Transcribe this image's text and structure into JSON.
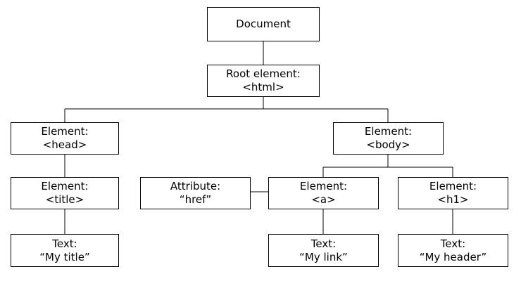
{
  "nodes": {
    "document": {
      "line1": "Document"
    },
    "root": {
      "line1": "Root element:",
      "line2": "<html>"
    },
    "head": {
      "line1": "Element:",
      "line2": "<head>"
    },
    "body": {
      "line1": "Element:",
      "line2": "<body>"
    },
    "title": {
      "line1": "Element:",
      "line2": "<title>"
    },
    "attr": {
      "line1": "Attribute:",
      "line2": "“href”"
    },
    "a": {
      "line1": "Element:",
      "line2": "<a>"
    },
    "h1": {
      "line1": "Element:",
      "line2": "<h1>"
    },
    "text1": {
      "line1": "Text:",
      "line2": "“My title”"
    },
    "text2": {
      "line1": "Text:",
      "line2": "“My link”"
    },
    "text3": {
      "line1": "Text:",
      "line2": "“My header”"
    }
  },
  "colors": {
    "line": "#000000",
    "box_border": "#000000",
    "background": "#ffffff"
  }
}
